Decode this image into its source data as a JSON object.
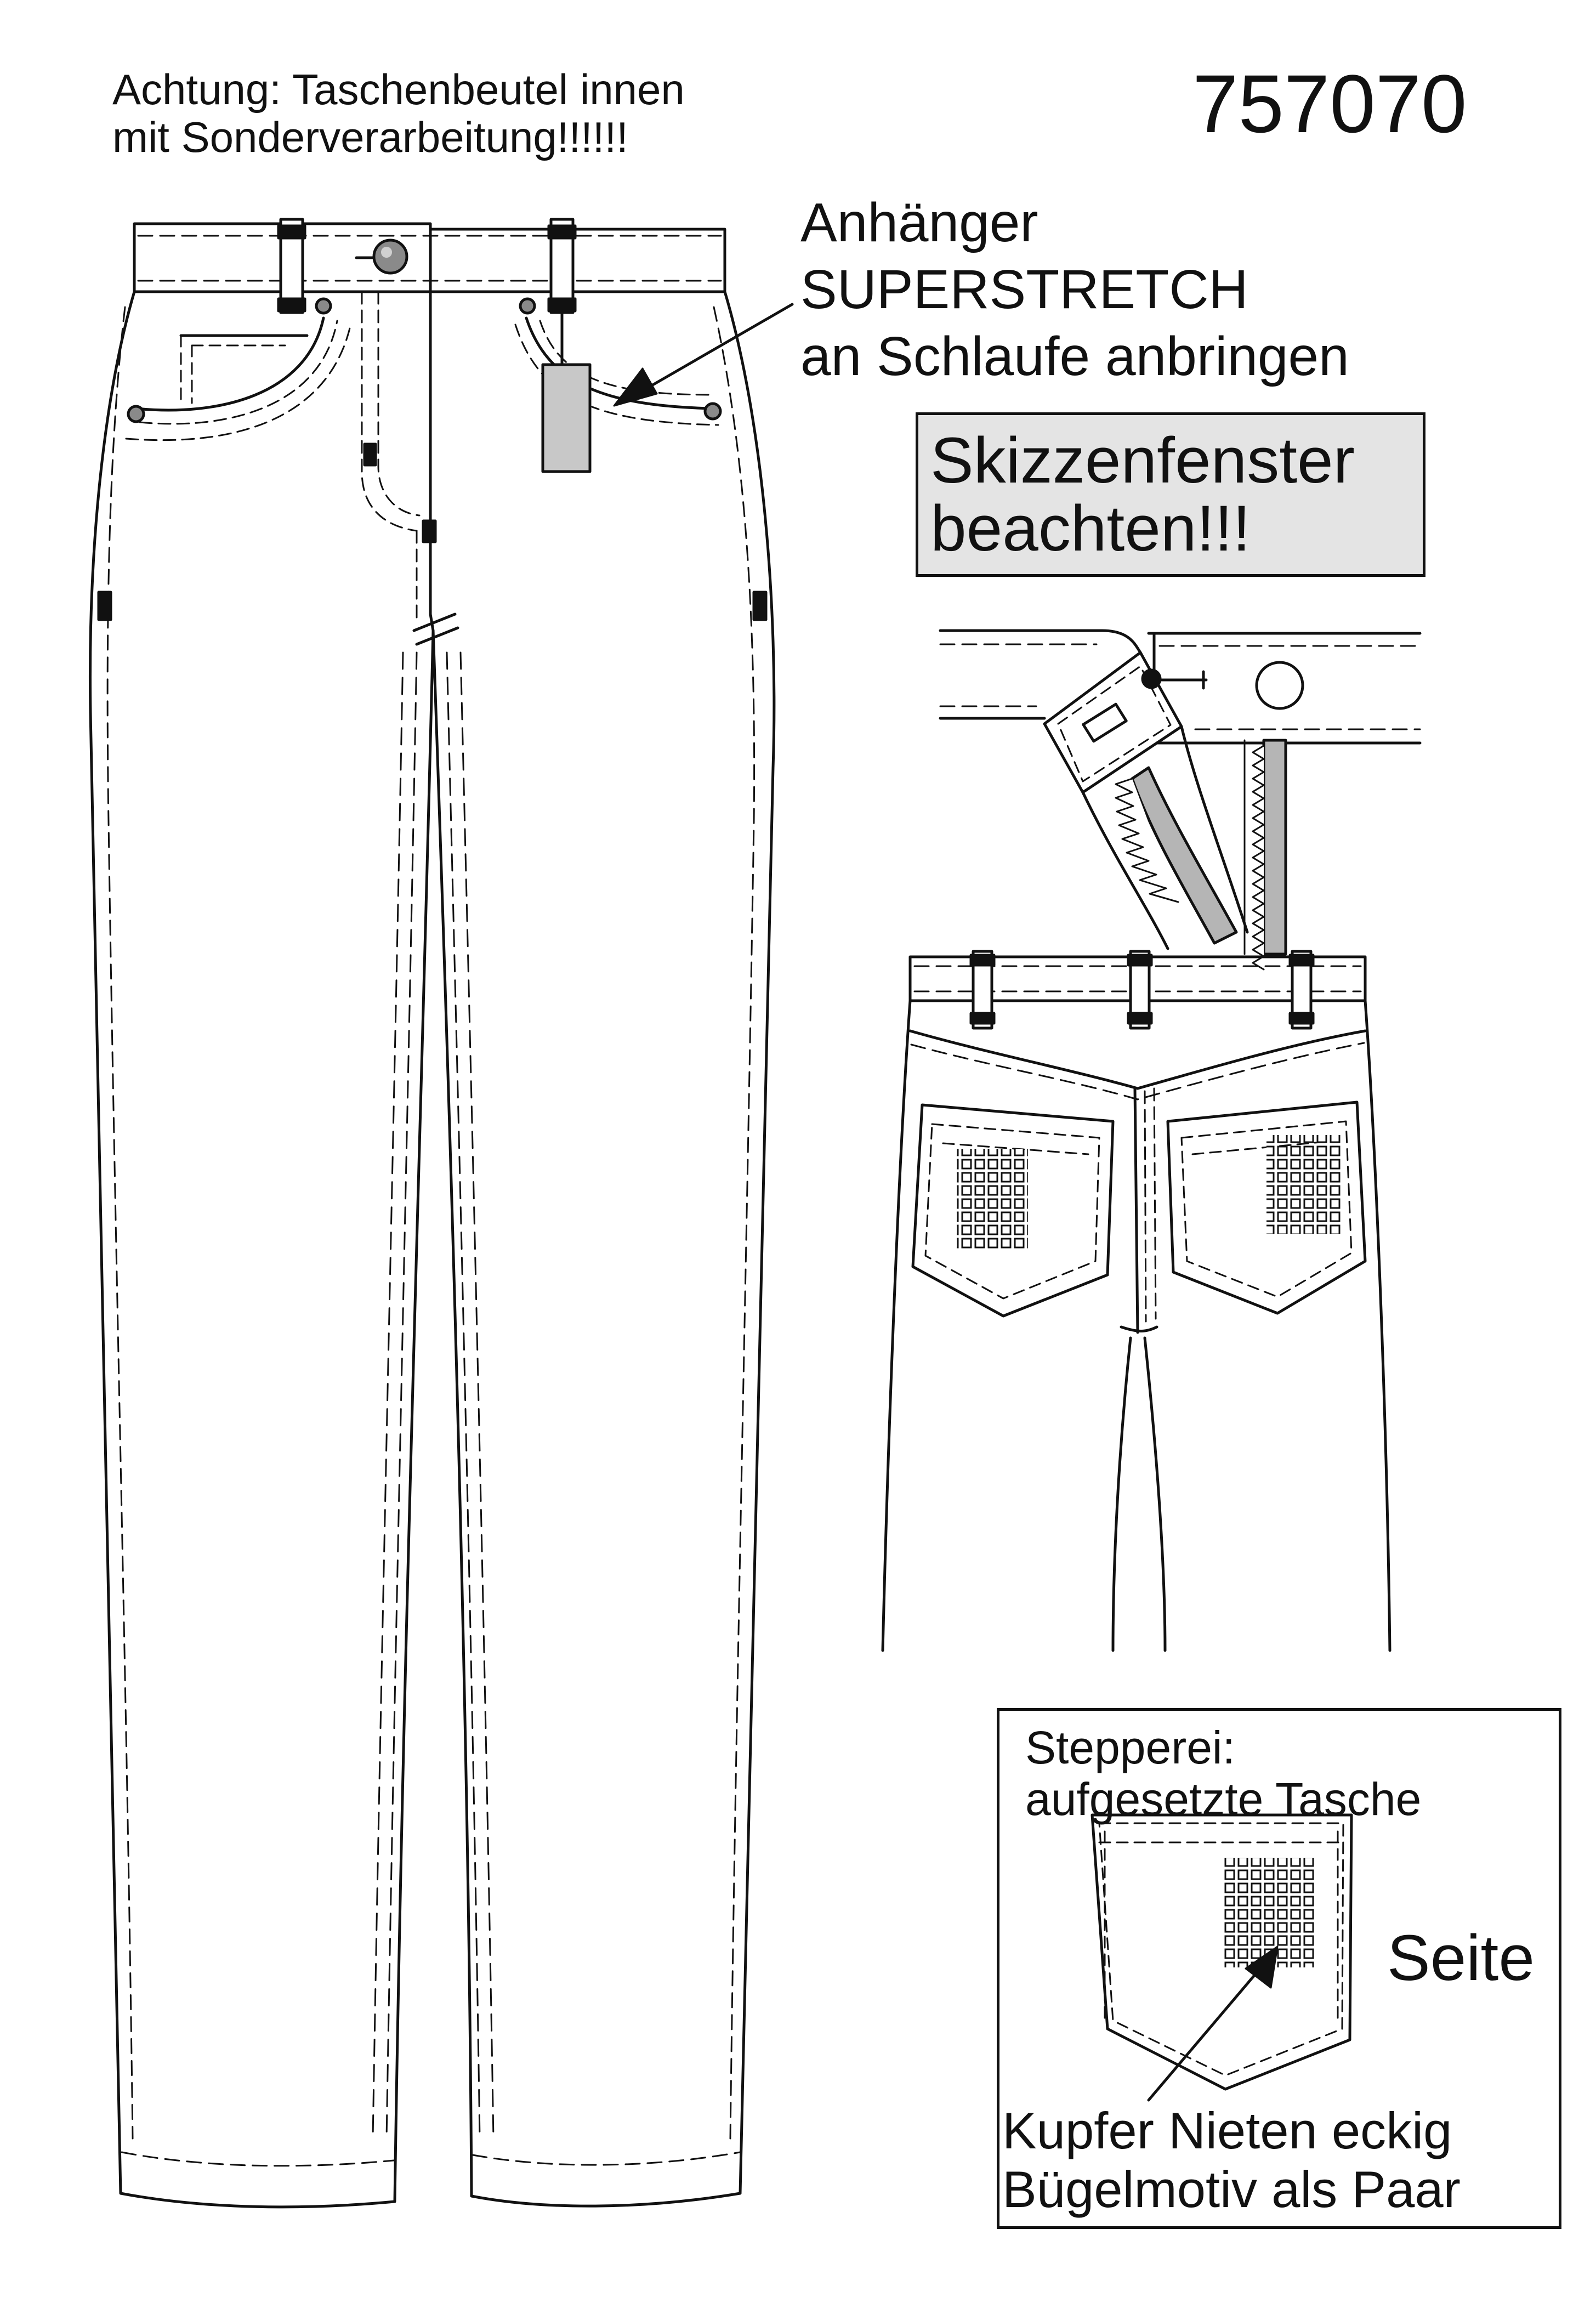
{
  "header": {
    "warning_line1": "Achtung: Taschenbeutel innen",
    "warning_line2": "mit Sonderverarbeitung!!!!!!",
    "style_number": "757070"
  },
  "callouts": {
    "tag_line1": "Anhänger",
    "tag_line2": "SUPERSTRETCH",
    "tag_line3": "an Schlaufe anbringen",
    "sketch_line1": "Skizzenfenster",
    "sketch_line2": "beachten!!!"
  },
  "detail": {
    "stitch_line1": "Stepperei:",
    "stitch_line2": "aufgesetzte Tasche",
    "side_label": "Seite",
    "rivet_line1": "Kupfer Nieten eckig",
    "rivet_line2": "Bügelmotiv als Paar"
  },
  "colors": {
    "line": "#111111",
    "tag_fill": "#c8c8c8",
    "zipper_fill": "#b5b5b5",
    "note_box_fill": "#e4e4e4",
    "rivet_fill": "#8a8a8a"
  },
  "icons": {
    "button": "shank-button-icon",
    "rivet": "rivet-icon",
    "arrow": "callout-arrow-icon"
  }
}
